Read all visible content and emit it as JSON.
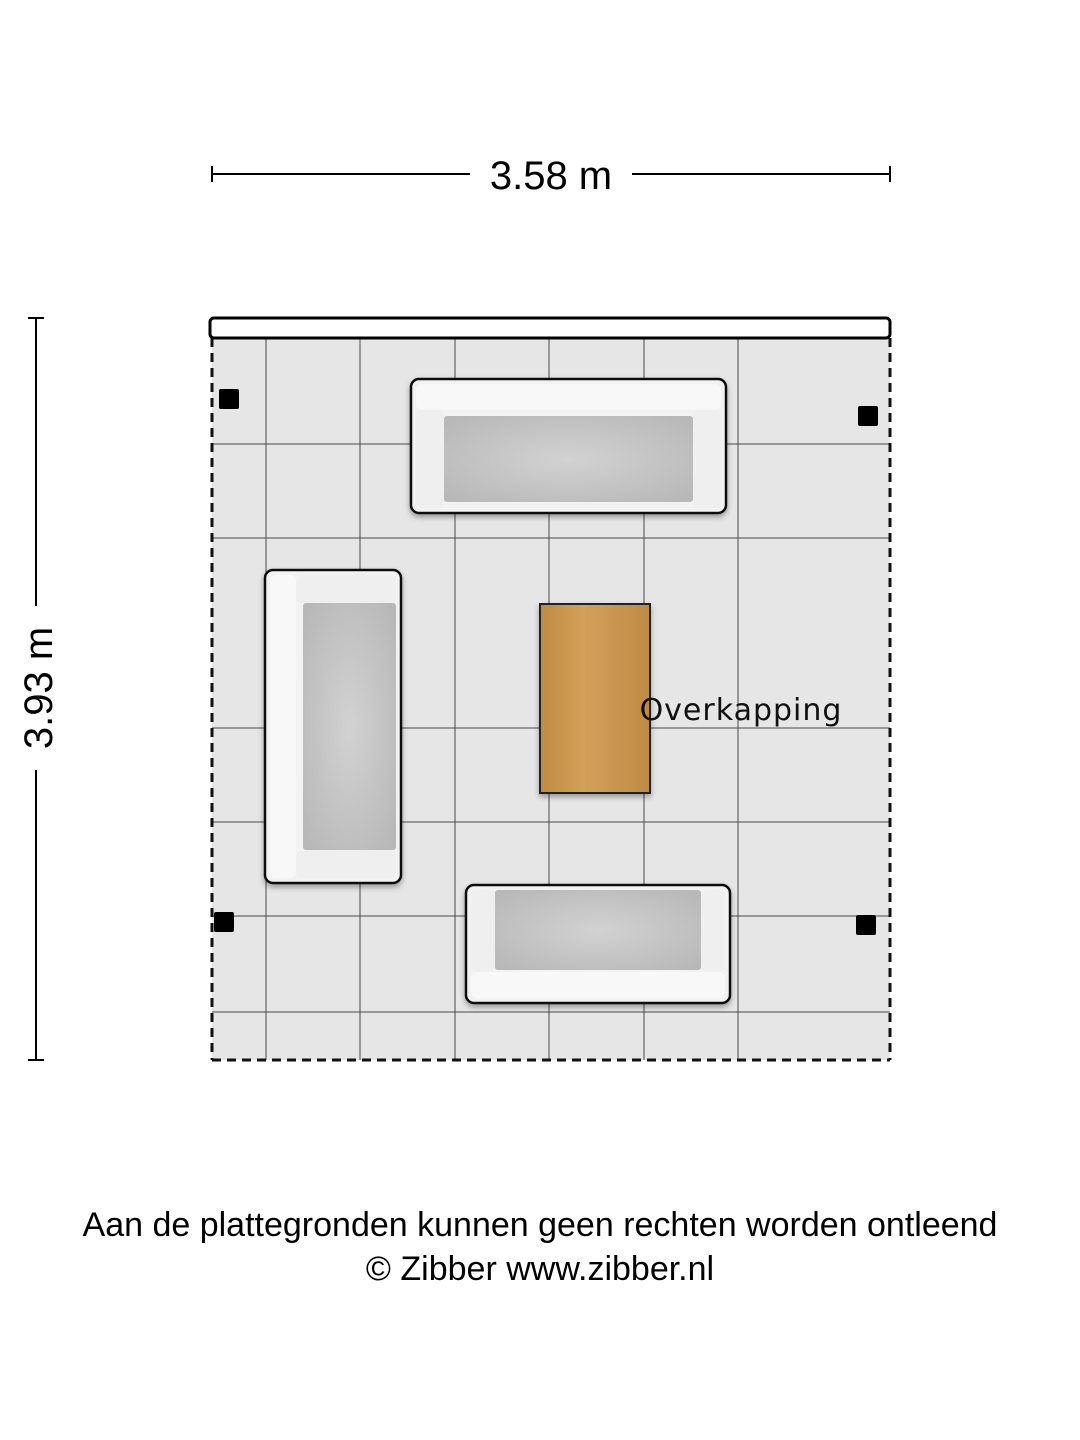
{
  "dimensions": {
    "width_label": "3.58 m",
    "height_label": "3.93 m"
  },
  "room": {
    "name": "Overkapping"
  },
  "footer": {
    "disclaimer": "Aan de plattegronden kunnen geen rechten worden ontleend",
    "copyright": "© Zibber www.zibber.nl"
  },
  "colors": {
    "floor": "#e6e6e6",
    "grid_line": "#4a4a4a",
    "table_wood": "#c9974d",
    "sofa_frame": "#f2f2f2",
    "sofa_cushion": "#d4d4d4"
  }
}
